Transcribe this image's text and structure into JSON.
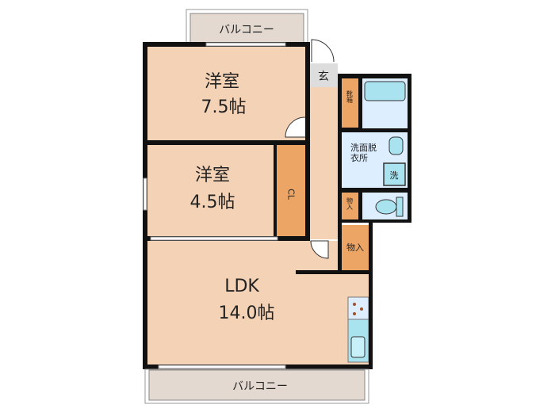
{
  "colors": {
    "room": "#f4d2b6",
    "storage": "#eda566",
    "balcony": "#e3d9d0",
    "wet_area": "#dceeff",
    "entrance": "#dddddd",
    "fixture": "#a9e3ef",
    "wall": "#111111"
  },
  "rooms": {
    "balcony_top": "バルコニー",
    "western_room_1": {
      "name": "洋室",
      "size": "7.5帖"
    },
    "western_room_2": {
      "name": "洋室",
      "size": "4.5帖"
    },
    "closet": "CL",
    "entrance": "玄",
    "shoe_box": "靴箱",
    "washroom": {
      "line1": "洗面脱",
      "line2": "衣所"
    },
    "washer": "洗",
    "storage_small": "物入",
    "storage_large": "物入",
    "ldk": {
      "name": "LDK",
      "size": "14.0帖"
    },
    "balcony_bottom": "バルコニー"
  }
}
